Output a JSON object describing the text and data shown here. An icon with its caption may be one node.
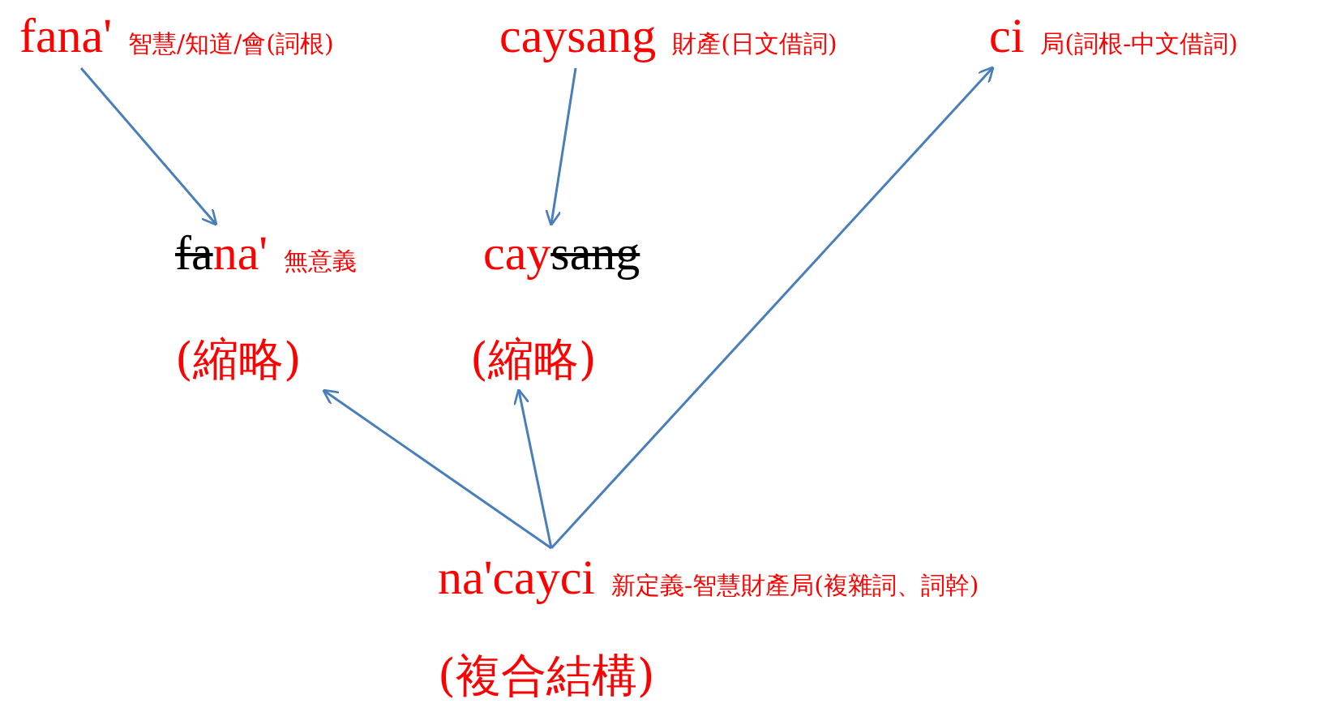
{
  "diagram": {
    "nodes": [
      {
        "text": [
          "fana'",
          "智慧/知道/會(詞根)"
        ]
      },
      {
        "text": [
          "caysang",
          "財產(日文借詞)"
        ]
      },
      {
        "text": [
          "ci",
          "局(詞根-中文借詞)"
        ]
      },
      {
        "text": [
          "fa",
          "na'",
          "無意義"
        ]
      },
      {
        "text": [
          "cay",
          "sang"
        ]
      },
      {
        "text": [
          "(縮略)"
        ]
      },
      {
        "text": [
          "(縮略)"
        ]
      },
      {
        "text": [
          "na'cayci",
          "新定義-智慧財產局(複雜詞、詞幹)"
        ],
        "beside": [
          "(複合結構)"
        ]
      }
    ],
    "edges": [
      {
        "from": 0,
        "to": 3,
        "arrow": "to"
      },
      {
        "from": 1,
        "to": 4,
        "arrow": "to"
      },
      {
        "from": 7,
        "to": 5,
        "arrow": "to"
      },
      {
        "from": 7,
        "to": 6,
        "arrow": "to"
      },
      {
        "from": 7,
        "to": 2,
        "arrow": "to"
      }
    ]
  }
}
